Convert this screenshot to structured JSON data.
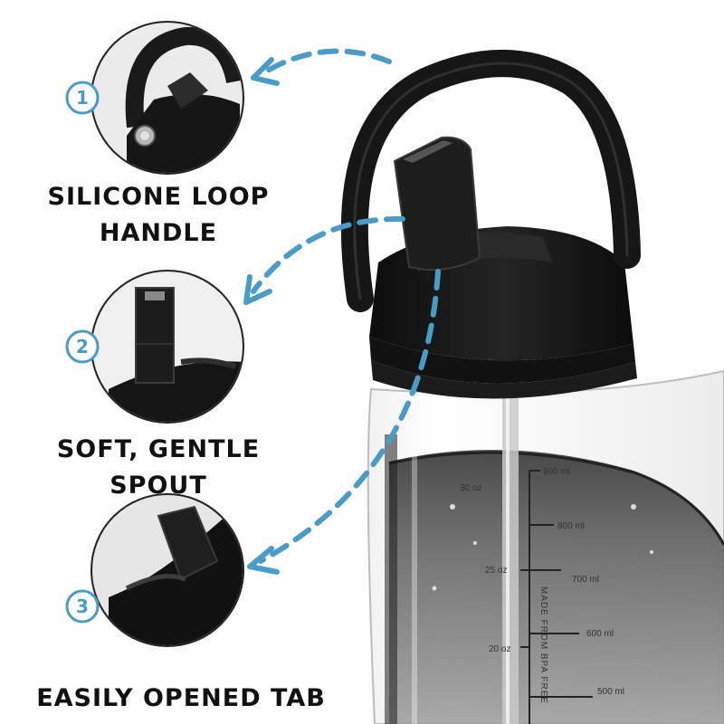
{
  "features": [
    {
      "number": "1",
      "label_lines": [
        "SILICONE LOOP",
        "HANDLE"
      ]
    },
    {
      "number": "2",
      "label_lines": [
        "SOFT, GENTLE",
        "SPOUT"
      ]
    },
    {
      "number": "3",
      "label_lines": [
        "EASILY OPENED TAB"
      ]
    }
  ],
  "bottle_markings": {
    "ml": [
      "900 ml",
      "800 ml",
      "700 ml",
      "600 ml",
      "500 ml"
    ],
    "oz": [
      "30 oz",
      "25 oz",
      "20 oz"
    ],
    "vertical_text": "MADE FROM BPA FREE"
  },
  "colors": {
    "accent": "#4a9cc8",
    "text": "#111111",
    "lid": "#141414",
    "water": "#4a4a4a"
  }
}
